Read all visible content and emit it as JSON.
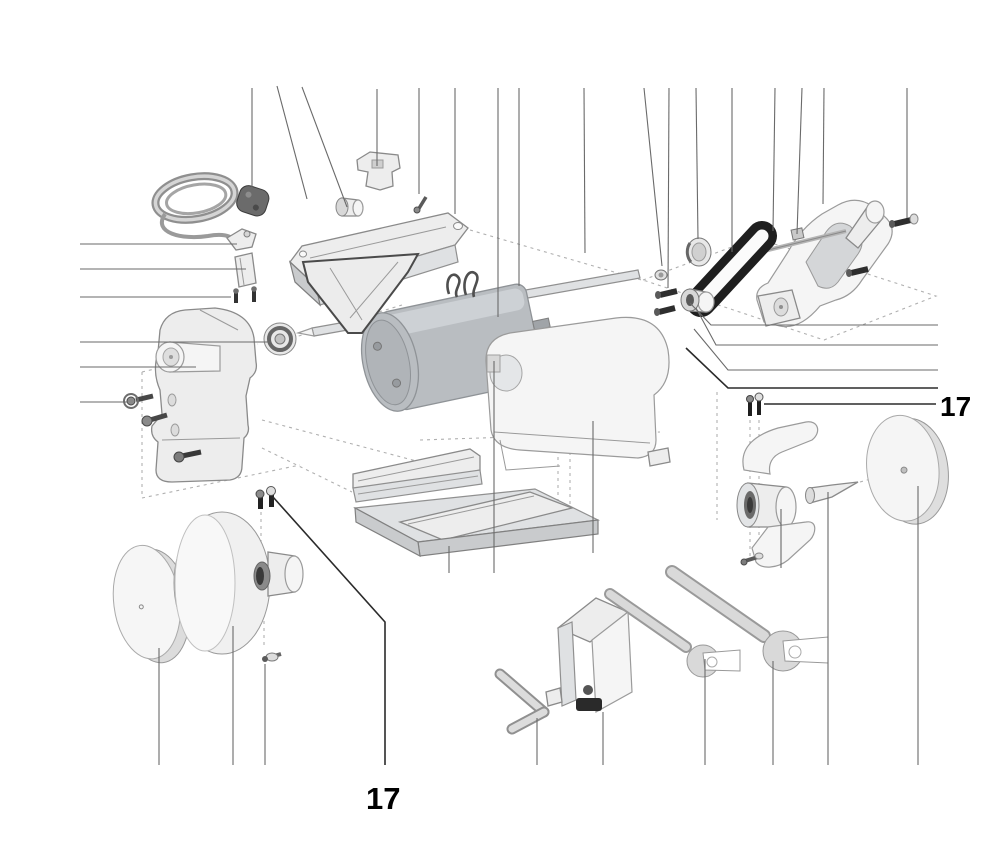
{
  "diagram": {
    "type": "exploded-parts-diagram",
    "subject": "bench-polisher-exploded-view",
    "background": "#ffffff",
    "colors": {
      "leader": "#6a6a6a",
      "leader_dark": "#2b2b2b",
      "part_fill": "#ededed",
      "part_stroke": "#8a8a8a",
      "belt": "#1f1f1f",
      "label": "#000000"
    },
    "labels": [
      {
        "id": "part-number-17-right",
        "text": "17"
      },
      {
        "id": "part-number-17-bottom",
        "text": "17"
      }
    ]
  }
}
